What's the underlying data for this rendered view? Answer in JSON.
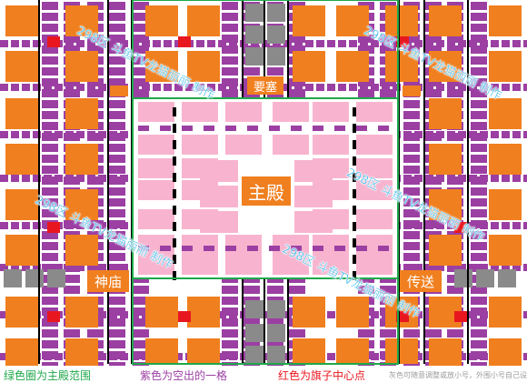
{
  "labels": {
    "main_hall": "主殿",
    "fortress": "要塞",
    "temple": "神庙",
    "teleport": "传送",
    "corner_tl": "",
    "corner_tr": ""
  },
  "watermark": "298区 斗鱼TV龙猫丽丽 制作",
  "legend": {
    "green": "绿色圈为主殿范围",
    "purple": "紫色为空出的一格",
    "red": "红色为旗子中心点",
    "note": "灰色可随意调整或放小号，外围小号自己设计"
  },
  "colors": {
    "orange": "#f07f1f",
    "purple": "#9b3fa3",
    "pink": "#f8b4cf",
    "red": "#e8171f",
    "gray": "#8a8a8a",
    "green": "#1fa84b",
    "black": "#000000",
    "watermark": "#35b8e8"
  }
}
